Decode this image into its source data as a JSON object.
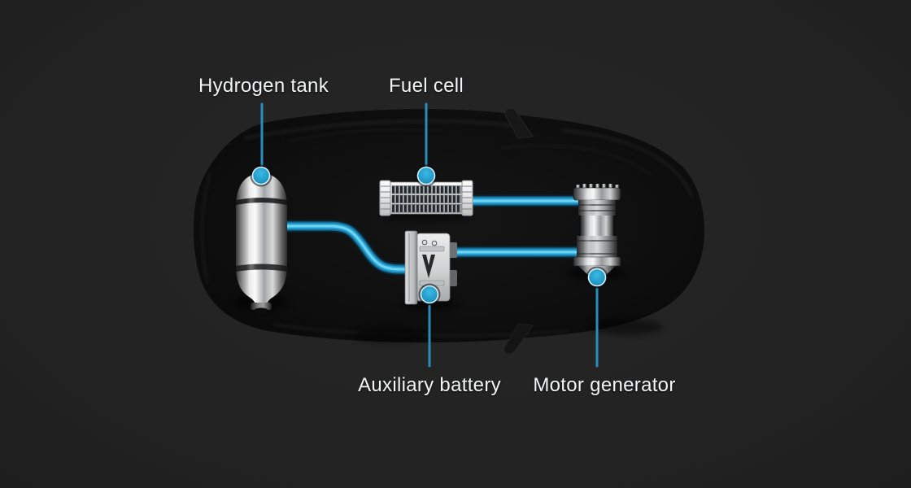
{
  "figure": {
    "description": "Top view diagram of a hydrogen fuel cell vehicle powertrain",
    "labels": {
      "hydrogen_tank": "Hydrogen tank",
      "fuel_cell": "Fuel cell",
      "auxiliary_battery": "Auxiliary battery",
      "motor_generator": "Motor generator"
    },
    "components": [
      {
        "name": "hydrogen-tank",
        "shape": "vertical metallic cylinder with domed caps"
      },
      {
        "name": "fuel-cell",
        "shape": "horizontal finned stack (radiator-like)"
      },
      {
        "name": "auxiliary-battery",
        "shape": "metallic bracket box with V emblem"
      },
      {
        "name": "motor-generator",
        "shape": "vertical ribbed metallic cylinder"
      }
    ],
    "connections": [
      {
        "from": "hydrogen-tank",
        "to": "auxiliary-battery",
        "style": "S-curved blue pipe"
      },
      {
        "from": "fuel-cell",
        "to": "motor-generator",
        "style": "straight blue pipe"
      },
      {
        "from": "auxiliary-battery",
        "to": "motor-generator",
        "style": "straight blue pipe"
      }
    ],
    "colors": {
      "background": "#232323",
      "car_body": "#0d0d0d",
      "label_text": "#f3f4f5",
      "pipe_core": "#6cd6f4",
      "pipe_mid": "#1f8fbc",
      "pipe_edge": "#0a2733",
      "marker_dot": "#219fce",
      "leader_line": "#2a8cba",
      "metal_light": "#ececec"
    }
  }
}
